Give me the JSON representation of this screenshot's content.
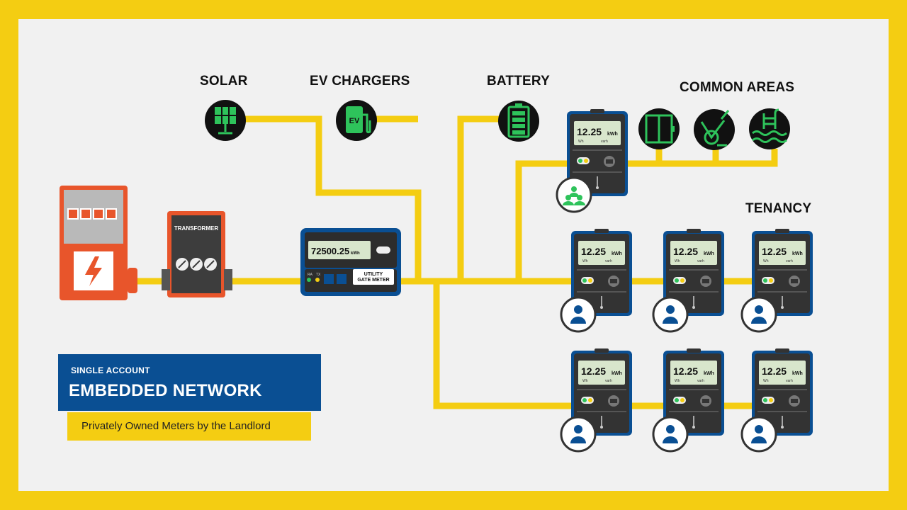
{
  "labels": {
    "solar": "SOLAR",
    "ev_chargers": "EV CHARGERS",
    "battery": "BATTERY",
    "common_areas": "COMMON AREAS",
    "tenancy": "TENANCY"
  },
  "transformer": {
    "label": "TRANSFORMER"
  },
  "gate_meter": {
    "reading": "72500.25",
    "unit": "kWh",
    "label_line1": "UTILITY",
    "label_line2": "GATE METER",
    "status1": "RA",
    "status2": "TX"
  },
  "ev_icon": {
    "text": "EV"
  },
  "sub_meter": {
    "reading": "12.25",
    "unit": "kWh",
    "sub_left": "Wh",
    "sub_right": "varh"
  },
  "banner": {
    "subtitle": "SINGLE ACCOUNT",
    "title": "EMBEDDED NETWORK"
  },
  "note": "Privately Owned Meters by the Landlord",
  "colors": {
    "background": "#f1f1f1",
    "frame": "#f4cd12",
    "wire": "#f4cd12",
    "meter_blue": "#0a4f93",
    "meter_dark": "#333333",
    "icon_green": "#2ec35b",
    "grid_orange": "#e8552b"
  },
  "icons": [
    "solar-panel-icon",
    "ev-charger-icon",
    "battery-icon",
    "elevator-icon",
    "exercise-bike-icon",
    "swimming-pool-icon",
    "group-icon",
    "person-icon",
    "lightning-icon"
  ]
}
